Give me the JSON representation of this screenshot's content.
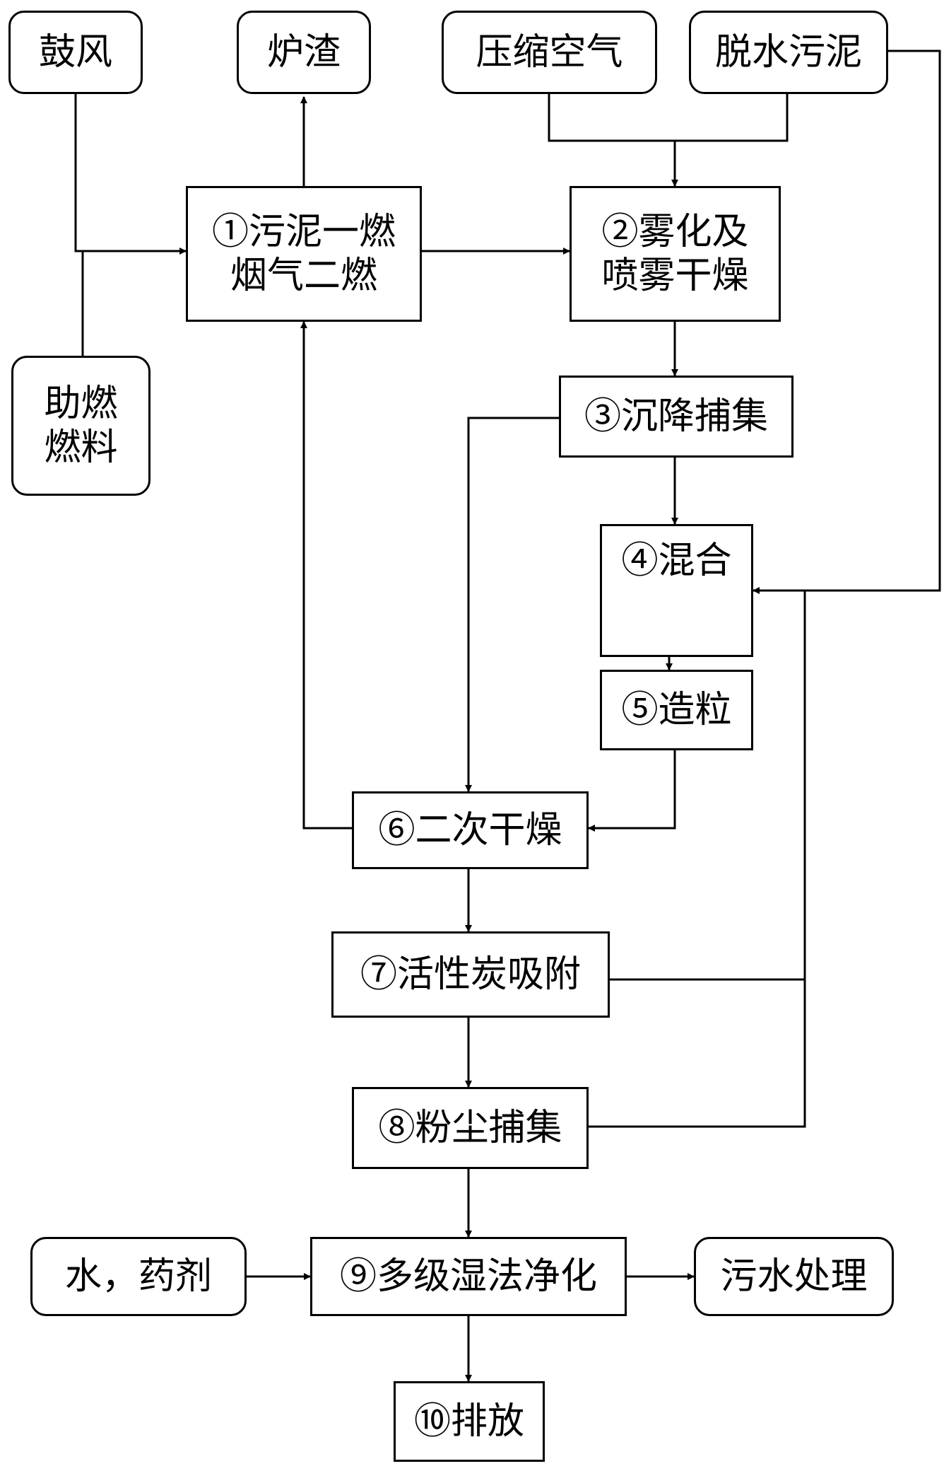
{
  "nodes": {
    "blower": "鼓风",
    "slag": "炉渣",
    "compressed_air": "压缩空气",
    "dewatered_sludge": "脱水污泥",
    "combustion": [
      "①污泥一燃",
      "烟气二燃"
    ],
    "atomize_dry": [
      "②雾化及",
      "喷雾干燥"
    ],
    "aux_fuel": [
      "助燃",
      "燃料"
    ],
    "settle": "③沉降捕集",
    "mix": "④混合",
    "granulate": "⑤造粒",
    "secondary_dry": "⑥二次干燥",
    "carbon_adsorb": "⑦活性炭吸附",
    "dust_collect": "⑧粉尘捕集",
    "water_agent": "水，药剂",
    "wet_purify": "⑨多级湿法净化",
    "wastewater": "污水处理",
    "discharge": "⑩排放"
  },
  "colors": {
    "stroke": "#000000",
    "background": "#ffffff"
  }
}
